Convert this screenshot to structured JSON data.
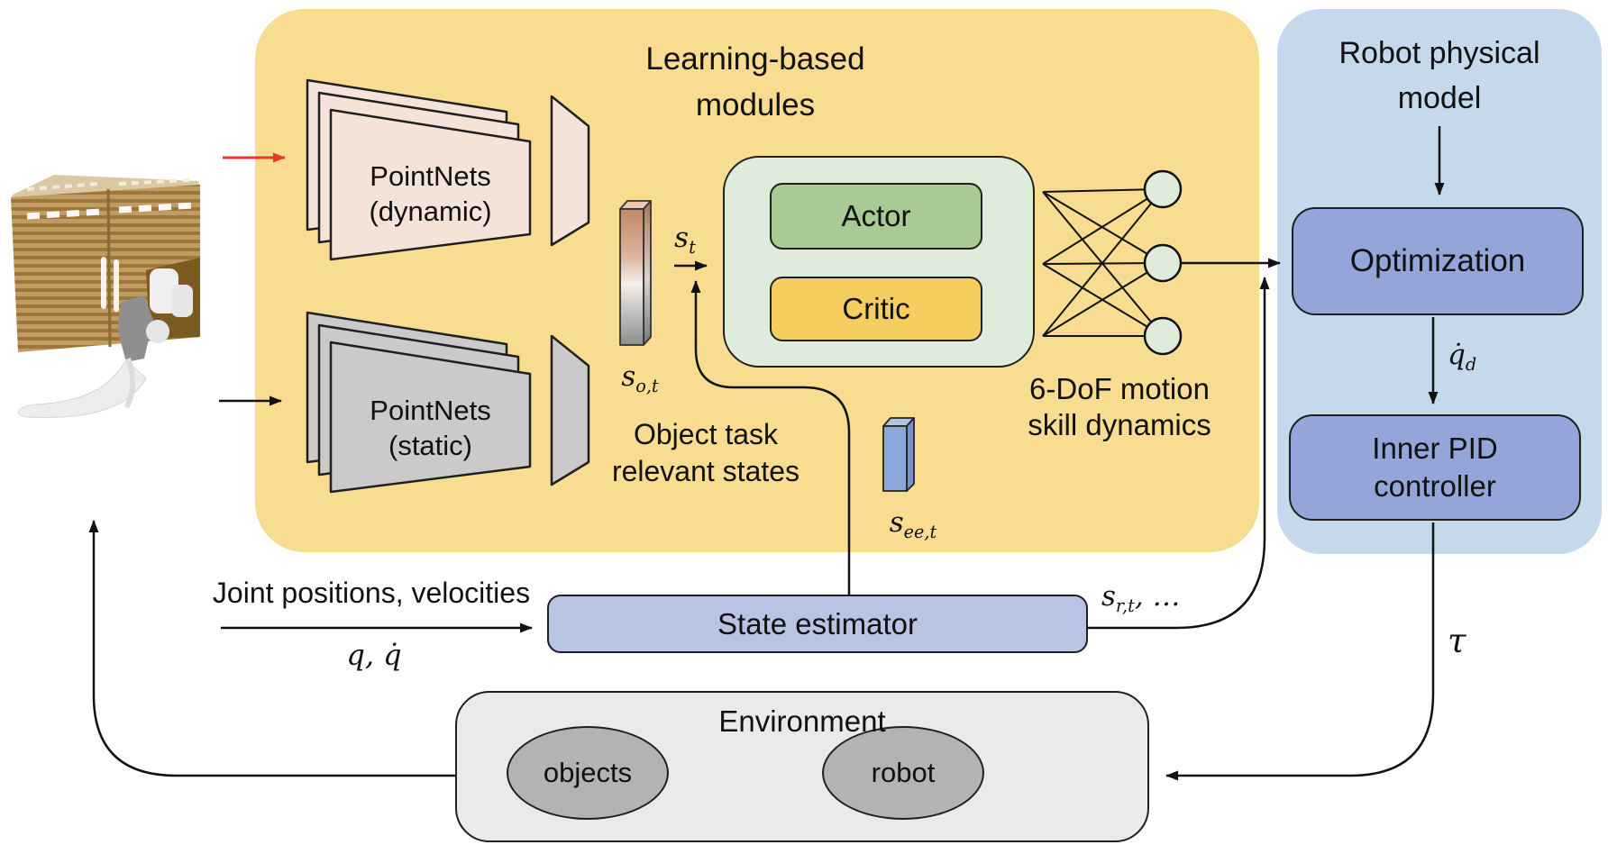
{
  "colors": {
    "learning_panel": "#f8dc90",
    "robot_panel": "#c6d9ec",
    "policy_panel": "#e0ecdb",
    "actor": "#a9cb93",
    "critic": "#f6ce60",
    "optimization_box": "#95a5d9",
    "state_estimator_box": "#b9c3e3",
    "environment_box": "#eaeaea",
    "environment_ellipse": "#b3b3b3",
    "pointnets_dynamic": "#f4e3d8",
    "pointnets_static": "#cacaca",
    "ee_state_bar": "#8ea7da",
    "dynamic_input_arrow": "#e8392e"
  },
  "learning_panel": {
    "title_line1": "Learning-based",
    "title_line2": "modules"
  },
  "pointnets_dynamic": {
    "line1": "PointNets",
    "line2": "(dynamic)"
  },
  "pointnets_static": {
    "line1": "PointNets",
    "line2": "(static)"
  },
  "actor_critic": {
    "actor": "Actor",
    "critic": "Critic"
  },
  "labels": {
    "s_o_t": {
      "base": "s",
      "sub": "o,t"
    },
    "s_t": {
      "base": "s",
      "sub": "t"
    },
    "s_ee_t": {
      "base": "s",
      "sub": "ee,t"
    },
    "s_r_t": {
      "base": "s",
      "sub": "r,t",
      "suffix": ", …"
    },
    "object_states_line1": "Object task",
    "object_states_line2": "relevant states",
    "six_dof_line1": "6-DoF motion",
    "six_dof_line2": "skill dynamics",
    "joint_positions": "Joint positions, velocities",
    "q_qdot": "q, q̇",
    "qdot_d": {
      "base": "q̇",
      "sub": "d"
    },
    "tau": "τ"
  },
  "right_panel": {
    "title_line1": "Robot physical",
    "title_line2": "model",
    "optimization": "Optimization",
    "inner_pid_line1": "Inner PID",
    "inner_pid_line2": "controller"
  },
  "state_estimator": {
    "label": "State estimator"
  },
  "environment": {
    "title": "Environment",
    "objects": "objects",
    "robot": "robot"
  }
}
